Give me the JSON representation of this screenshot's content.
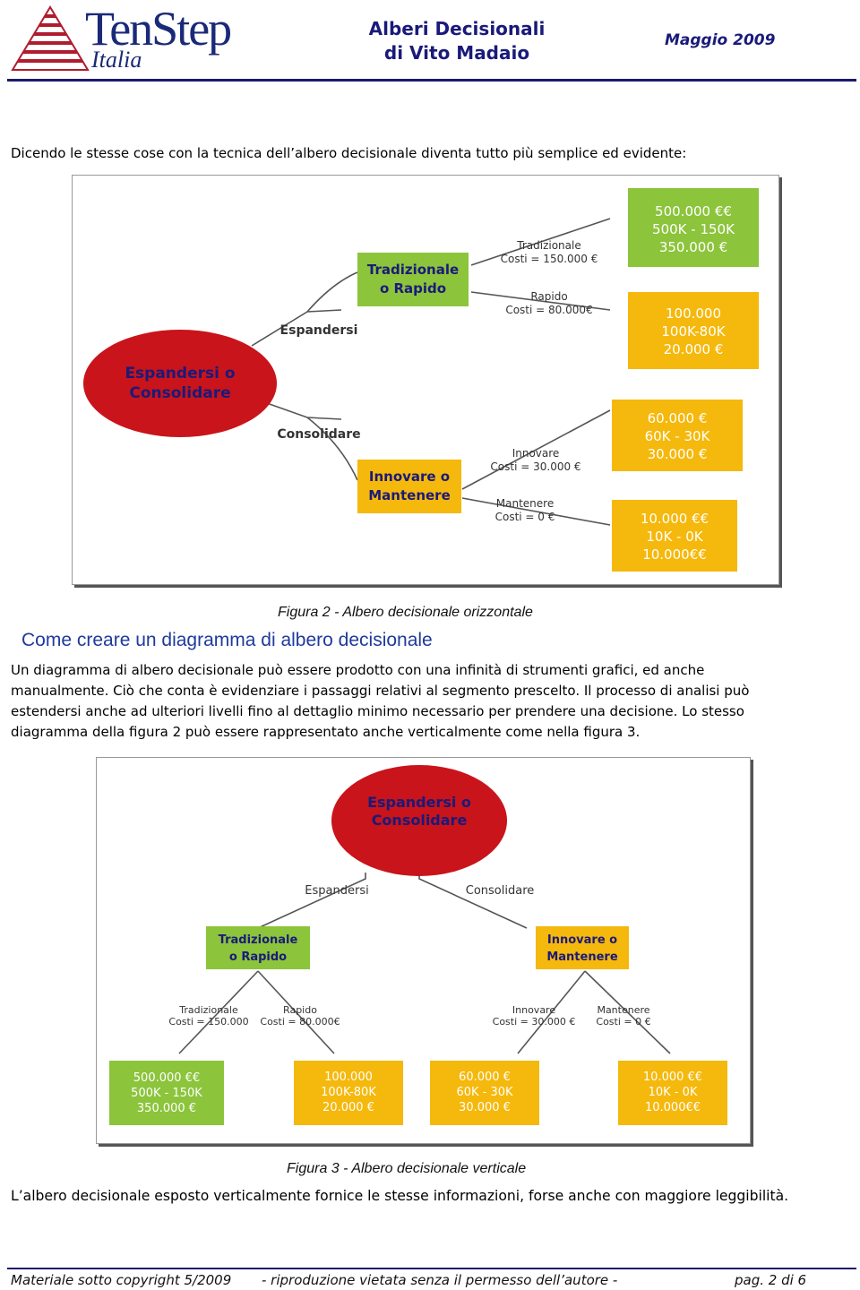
{
  "header": {
    "logo_main": "TenStep",
    "logo_sub": "Italia",
    "doc_title_line1": "Alberi Decisionali",
    "doc_title_line2": "di Vito Madaio",
    "date": "Maggio 2009"
  },
  "intro": "Dicendo le stesse cose con la tecnica dell’albero decisionale diventa tutto più semplice ed evidente:",
  "figure2": {
    "caption": "Figura 2 - Albero decisionale orizzontale",
    "root": [
      "Espandersi o",
      "Consolidare"
    ],
    "branch_expand": "Espandersi",
    "branch_consolidate": "Consolidare",
    "node_trad": [
      "Tradizionale",
      "o Rapido"
    ],
    "node_innov": [
      "Innovare o",
      "Mantenere"
    ],
    "leaf_trad": [
      "Tradizionale",
      "Costi = 150.000 €"
    ],
    "leaf_rapido": [
      "Rapido",
      "Costi = 80.000€"
    ],
    "leaf_innovare": [
      "Innovare",
      "Costi = 30.000 €"
    ],
    "leaf_mantenere": [
      "Mantenere",
      "Costi = 0 €"
    ],
    "out_trad": [
      "500.000 €€",
      "500K - 150K",
      "350.000 €"
    ],
    "out_rapido": [
      "100.000",
      "100K-80K",
      "20.000 €"
    ],
    "out_innovare": [
      "60.000 €",
      "60K - 30K",
      "30.000 €"
    ],
    "out_mantenere": [
      "10.000 €€",
      "10K - 0K",
      "10.000€€"
    ]
  },
  "section_heading": "Come creare un diagramma di albero decisionale",
  "paragraph_lines": [
    "Un diagramma di albero decisionale può essere prodotto con una infinità di strumenti  grafici, ed anche",
    "manualmente. Ciò che conta è evidenziare i passaggi relativi al segmento prescelto.  Il processo di analisi può",
    "estendersi anche ad ulteriori livelli fino al dettaglio minimo necessario per prendere una decisione.  Lo stesso",
    "diagramma della figura 2 può essere rappresentato anche verticalmente come nella figura 3."
  ],
  "figure3": {
    "caption": "Figura 3 - Albero decisionale verticale",
    "root": [
      "Espandersi o",
      "Consolidare"
    ],
    "branch_expand": "Espandersi",
    "branch_consolidate": "Consolidare",
    "node_trad": [
      "Tradizionale",
      "o Rapido"
    ],
    "node_innov": [
      "Innovare o",
      "Mantenere"
    ],
    "leaf_trad": [
      "Tradizionale",
      "Costi = 150.000"
    ],
    "leaf_rapido": [
      "Rapido",
      "Costi = 80.000€"
    ],
    "leaf_innovare": [
      "Innovare",
      "Costi = 30.000 €"
    ],
    "leaf_mantenere": [
      "Mantenere",
      "Costi = 0 €"
    ],
    "out_trad": [
      "500.000 €€",
      "500K - 150K",
      "350.000 €"
    ],
    "out_rapido": [
      "100.000",
      "100K-80K",
      "20.000 €"
    ],
    "out_innovare": [
      "60.000 €",
      "60K - 30K",
      "30.000 €"
    ],
    "out_mantenere": [
      "10.000 €€",
      "10K - 0K",
      "10.000€€"
    ]
  },
  "closing": "L’albero decisionale esposto verticalmente fornice le stesse informazioni, forse anche con maggiore leggibilità.",
  "footer": {
    "left": "Materiale sotto copyright 5/2009",
    "middle": "- riproduzione vietata senza il permesso dell’autore -",
    "right": "pag. 2 di 6"
  },
  "colors": {
    "red_node": "#c8141a",
    "green_node": "#8cc43c",
    "orange_node": "#f5b80c",
    "navy": "#1a1a7a",
    "heading_blue": "#1f3a9c"
  }
}
